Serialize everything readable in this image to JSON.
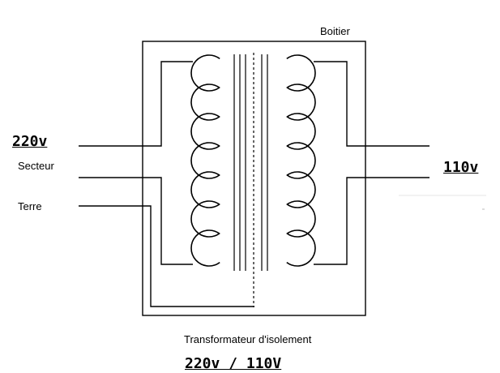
{
  "labels": {
    "enclosure": "Boitier",
    "input_voltage": "220v",
    "mains": "Secteur",
    "ground": "Terre",
    "output_voltage": "110v",
    "caption": "Transformateur d'isolement",
    "ratio": "220v / 110V"
  },
  "components": {
    "primary_winding_turns": 7,
    "secondary_winding_turns": 7,
    "core_lines": 5,
    "shield": "dashed",
    "icons": [
      "coil-primary",
      "coil-secondary",
      "iron-core",
      "ground-shield"
    ]
  },
  "colors": {
    "line": "#000000",
    "background": "#ffffff"
  }
}
